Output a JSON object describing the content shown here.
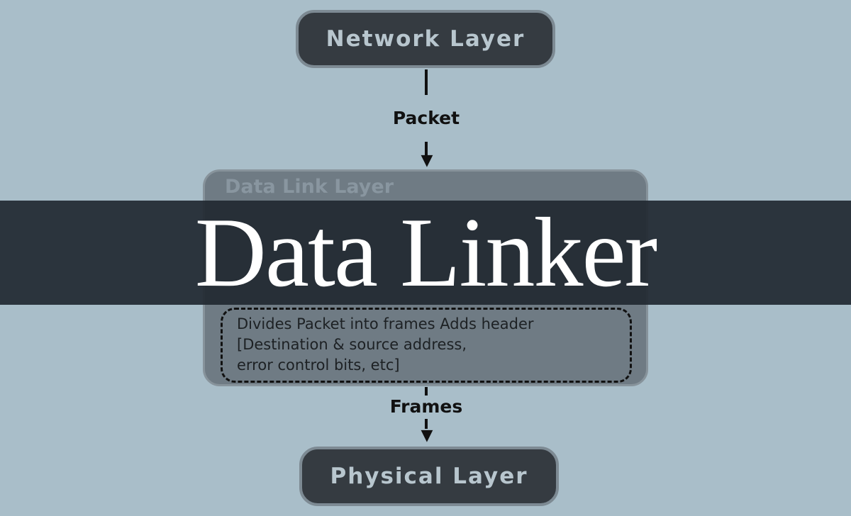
{
  "diagram": {
    "top_node": "Network Layer",
    "edge_top_label": "Packet",
    "middle_node": {
      "title": "Data Link Layer",
      "description_lines": [
        "Divides Packet into frames Adds header",
        "[Destination & source address,",
        "error control bits, etc]"
      ]
    },
    "edge_bottom_label": "Frames",
    "bottom_node": "Physical Layer"
  },
  "banner": {
    "title": "Data Linker"
  },
  "colors": {
    "background": "#a9bec9",
    "node": "#353b41",
    "middle_node": "#6f7b84",
    "banner": "#212831"
  }
}
